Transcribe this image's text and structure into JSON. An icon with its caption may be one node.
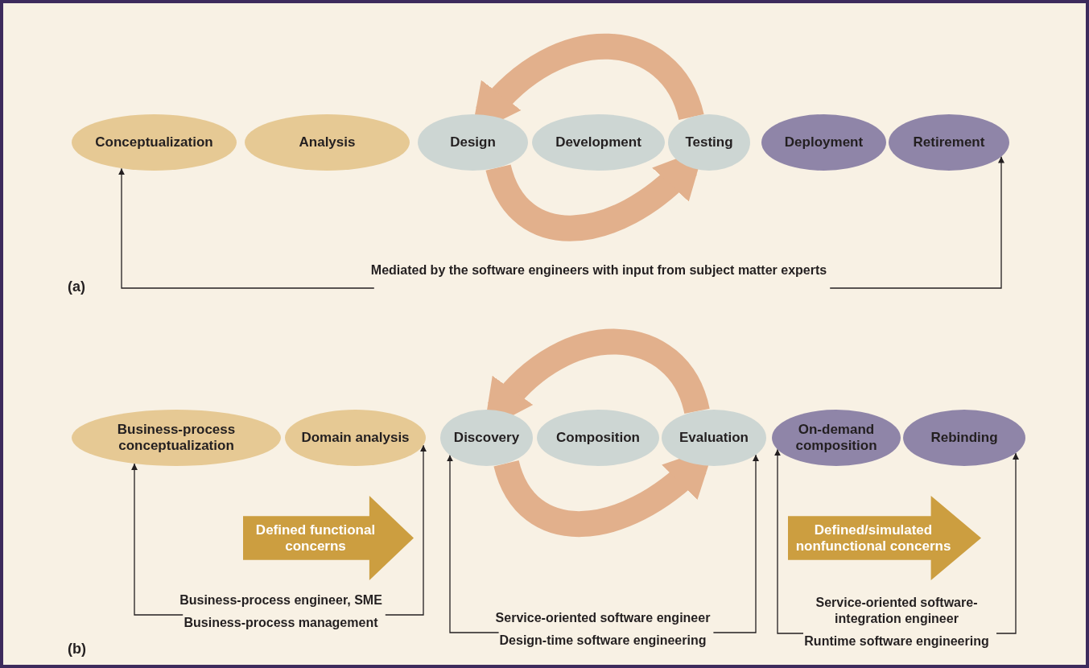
{
  "diagram": {
    "nodes": [
      {
        "text": [
          "Conceptualization"
        ]
      },
      {
        "text": [
          "Analysis"
        ]
      },
      {
        "text": [
          "Design"
        ]
      },
      {
        "text": [
          "Development"
        ]
      },
      {
        "text": [
          "Testing"
        ]
      },
      {
        "text": [
          "Deployment"
        ]
      },
      {
        "text": [
          "Retirement"
        ]
      },
      {
        "text": [
          "Mediated by the software engineers with input from subject matter experts"
        ]
      },
      {
        "text": [
          "Business-process conceptualization"
        ]
      },
      {
        "text": [
          "Domain analysis"
        ]
      },
      {
        "text": [
          "Discovery"
        ]
      },
      {
        "text": [
          "Composition"
        ]
      },
      {
        "text": [
          "Evaluation"
        ]
      },
      {
        "text": [
          "On-demand composition"
        ]
      },
      {
        "text": [
          "Rebinding"
        ]
      },
      {
        "text": [
          "Defined functional concerns"
        ]
      },
      {
        "text": [
          "Defined/simulated nonfunctional concerns"
        ]
      },
      {
        "text": [
          "Business-process engineer, SME",
          "Business-process management"
        ]
      },
      {
        "text": [
          "Service-oriented software engineer",
          "Design-time software engineering"
        ]
      },
      {
        "text": [
          "Service-oriented software-integration engineer",
          "Runtime software engineering"
        ]
      }
    ],
    "edges": [
      {
        "from": 4,
        "to": 2,
        "arrow": "to",
        "style": "thick",
        "color": "#e2b08c"
      },
      {
        "from": 2,
        "to": 4,
        "arrow": "to",
        "style": "thick",
        "color": "#e2b08c"
      },
      {
        "from": 7,
        "to": 0,
        "arrow": "to"
      },
      {
        "from": 7,
        "to": 6,
        "arrow": "to"
      },
      {
        "from": 12,
        "to": 10,
        "arrow": "to",
        "style": "thick",
        "color": "#e2b08c"
      },
      {
        "from": 10,
        "to": 12,
        "arrow": "to",
        "style": "thick",
        "color": "#e2b08c"
      },
      {
        "from": 17,
        "to": 8,
        "arrow": "to"
      },
      {
        "from": 17,
        "to": 9,
        "arrow": "to"
      },
      {
        "from": 18,
        "to": 10,
        "arrow": "to"
      },
      {
        "from": 18,
        "to": 12,
        "arrow": "to"
      },
      {
        "from": 19,
        "to": 13,
        "arrow": "to"
      },
      {
        "from": 19,
        "to": 14,
        "arrow": "to"
      }
    ],
    "labels": [
      "(a)",
      "(b)"
    ]
  }
}
